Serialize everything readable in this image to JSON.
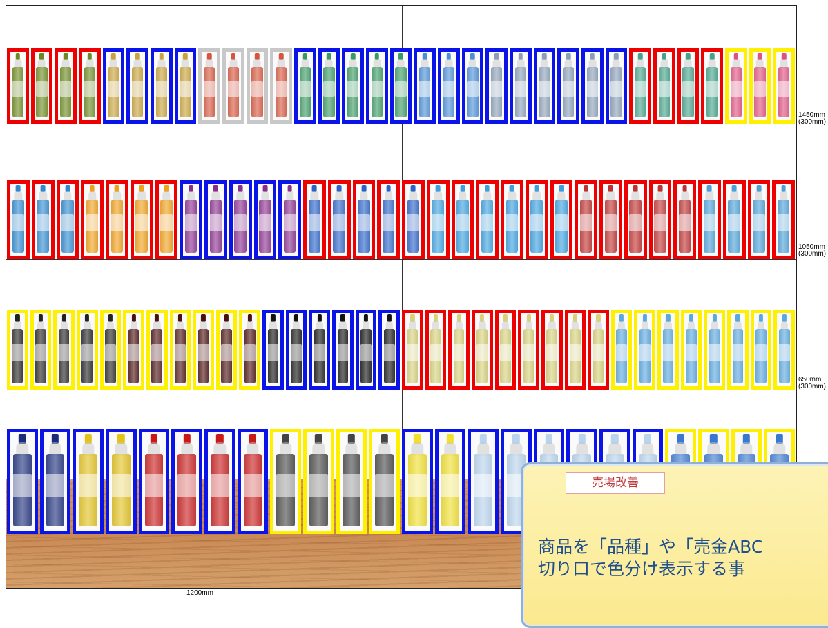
{
  "colors": {
    "red": "#ee0000",
    "blue": "#0a14e8",
    "yellow": "#fff000",
    "gray": "#c8c8c8"
  },
  "shelf_labels": [
    {
      "height": "1450mm",
      "depth": "(300mm)"
    },
    {
      "height": "1050mm",
      "depth": "(300mm)"
    },
    {
      "height": "650mm",
      "depth": "(300mm)"
    }
  ],
  "width_label": "1200mm",
  "callout": {
    "tag": "売場改善",
    "text": "商品を「品種」や「売金ABC\n切り口で色分け表示する事"
  },
  "shelves": [
    {
      "name": "shelf-1",
      "groups": [
        {
          "color": "red",
          "count": 4,
          "product": "green-tea-bottle",
          "tint": "#6b8a1e"
        },
        {
          "color": "blue",
          "count": 4,
          "product": "golden-tea-bottle",
          "tint": "#c9a23a"
        },
        {
          "color": "gray",
          "count": 4,
          "product": "red-tea-bottle",
          "tint": "#d8553d"
        },
        {
          "color": "blue",
          "count": 5,
          "product": "water-bottle-green",
          "tint": "#3a9a63"
        },
        {
          "color": "blue",
          "count": 3,
          "product": "sports-water-bottle",
          "tint": "#4a8fd8"
        },
        {
          "color": "blue",
          "count": 6,
          "product": "mineral-water-bottle",
          "tint": "#8aa0b8"
        },
        {
          "color": "red",
          "count": 4,
          "product": "alkaline-water-bottle",
          "tint": "#44a38a"
        },
        {
          "color": "yellow",
          "count": 3,
          "product": "evian-bottle",
          "tint": "#e05080"
        }
      ]
    },
    {
      "name": "shelf-2",
      "groups": [
        {
          "color": "red",
          "count": 3,
          "product": "ccl-lemon-bottle",
          "tint": "#2e8ad0"
        },
        {
          "color": "red",
          "count": 4,
          "product": "fanta-orange-bottle",
          "tint": "#f2a018"
        },
        {
          "color": "blue",
          "count": 5,
          "product": "fanta-grape-bottle",
          "tint": "#8a2d8f"
        },
        {
          "color": "red",
          "count": 5,
          "product": "calpis-soda-bottle",
          "tint": "#2a62c8"
        },
        {
          "color": "red",
          "count": 6,
          "product": "water-bottle-blue",
          "tint": "#3aa0e0"
        },
        {
          "color": "red",
          "count": 5,
          "product": "unin-value-bottle",
          "tint": "#c03030"
        },
        {
          "color": "red",
          "count": 4,
          "product": "i-lohas-bottle",
          "tint": "#4aa0d8"
        }
      ]
    },
    {
      "name": "shelf-3",
      "groups": [
        {
          "color": "yellow",
          "count": 5,
          "product": "pepsi-nex-bottle",
          "tint": "#222222"
        },
        {
          "color": "yellow",
          "count": 6,
          "product": "coca-cola-bottle",
          "tint": "#4a1010"
        },
        {
          "color": "blue",
          "count": 6,
          "product": "coca-cola-zero-bottle",
          "tint": "#111111"
        },
        {
          "color": "red",
          "count": 9,
          "product": "lemon-water-bottle",
          "tint": "#d8d27a"
        },
        {
          "color": "yellow",
          "count": 8,
          "product": "aquarius-bottle",
          "tint": "#5aa8e0"
        }
      ]
    },
    {
      "name": "shelf-4",
      "groups": [
        {
          "color": "blue",
          "count": 2,
          "product": "pepsi-large-bottle",
          "tint": "#1a2c7a"
        },
        {
          "color": "blue",
          "count": 2,
          "product": "pepsi-special-bottle",
          "tint": "#e3c21a"
        },
        {
          "color": "blue",
          "count": 4,
          "product": "coca-cola-large-bottle",
          "tint": "#c81818"
        },
        {
          "color": "yellow",
          "count": 4,
          "product": "coca-cola-zero-large-bottle",
          "tint": "#444444"
        },
        {
          "color": "blue",
          "count": 2,
          "product": "lemon-large-bottle",
          "tint": "#f2e02a"
        },
        {
          "color": "blue",
          "count": 6,
          "product": "aquarius-large-bottle",
          "tint": "#b8d4ef"
        },
        {
          "color": "yellow",
          "count": 4,
          "product": "pocari-sweat-bottle",
          "tint": "#3a78d0"
        }
      ]
    }
  ]
}
